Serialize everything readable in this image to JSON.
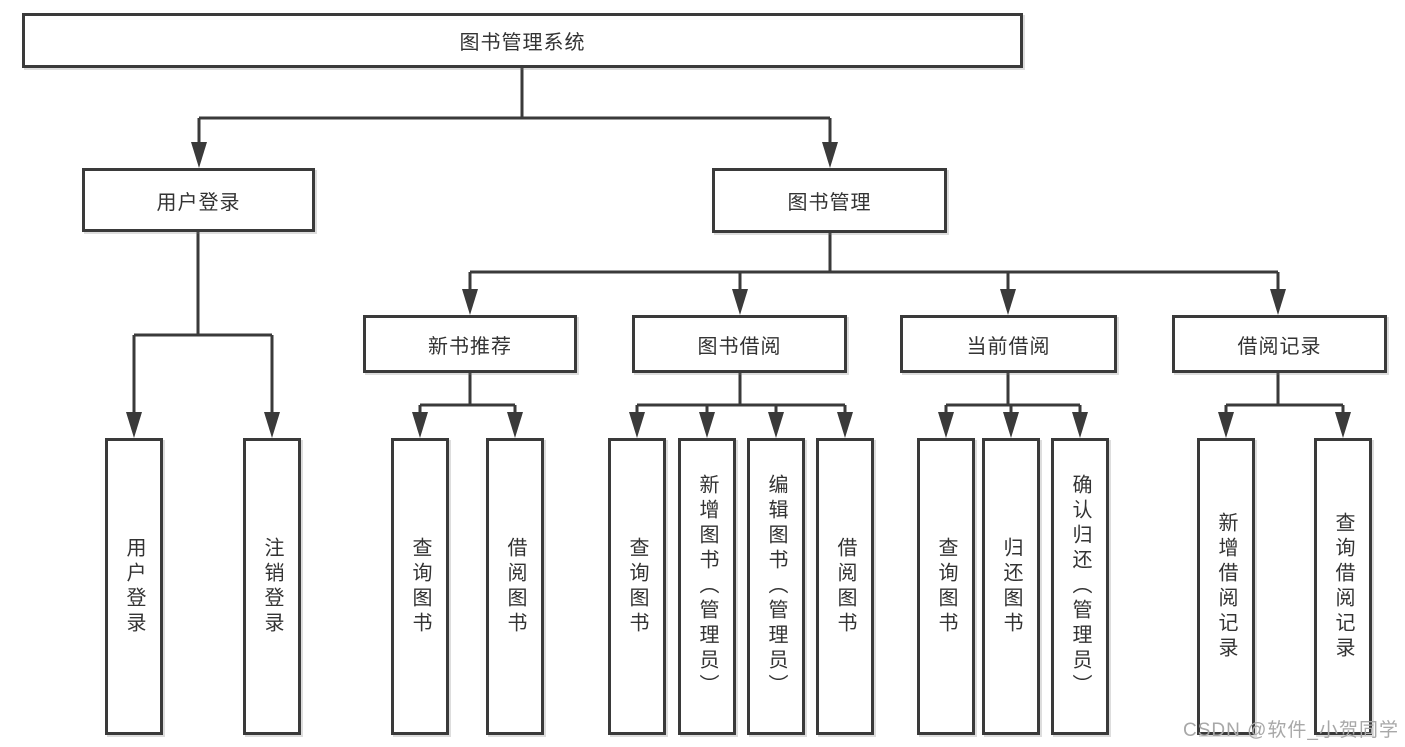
{
  "diagram": {
    "root": {
      "label": "图书管理系统"
    },
    "level2": [
      {
        "label": "用户登录"
      },
      {
        "label": "图书管理"
      }
    ],
    "level3": [
      {
        "label": "新书推荐"
      },
      {
        "label": "图书借阅"
      },
      {
        "label": "当前借阅"
      },
      {
        "label": "借阅记录"
      }
    ],
    "leaves": [
      {
        "label": "用户登录"
      },
      {
        "label": "注销登录"
      },
      {
        "label": "查询图书"
      },
      {
        "label": "借阅图书"
      },
      {
        "label": "查询图书"
      },
      {
        "label": "新增图书（管理员）"
      },
      {
        "label": "编辑图书（管理员）"
      },
      {
        "label": "借阅图书"
      },
      {
        "label": "查询图书"
      },
      {
        "label": "归还图书"
      },
      {
        "label": "确认归还（管理员）"
      },
      {
        "label": "新增借阅记录"
      },
      {
        "label": "查询借阅记录"
      }
    ]
  },
  "watermark": {
    "text": "CSDN @软件_小贺同学"
  },
  "colors": {
    "line": "#3a3a3a",
    "text": "#333333",
    "watermark": "#a8a8a8",
    "background": "#ffffff"
  }
}
